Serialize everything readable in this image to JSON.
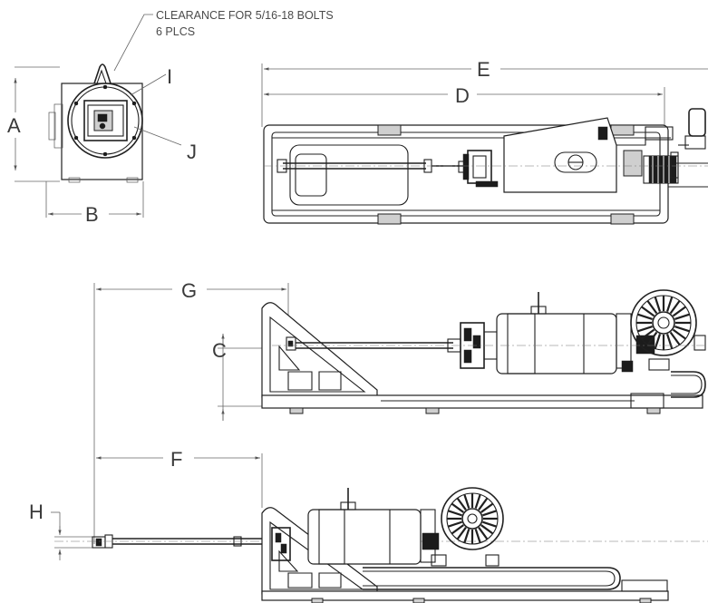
{
  "note": {
    "line1": "CLEARANCE FOR 5/16-18 BOLTS",
    "line2": "6 PLCS"
  },
  "dimensions": {
    "A": "A",
    "B": "B",
    "C": "C",
    "D": "D",
    "E": "E",
    "F": "F",
    "G": "G",
    "H": "H",
    "I": "I",
    "J": "J"
  }
}
